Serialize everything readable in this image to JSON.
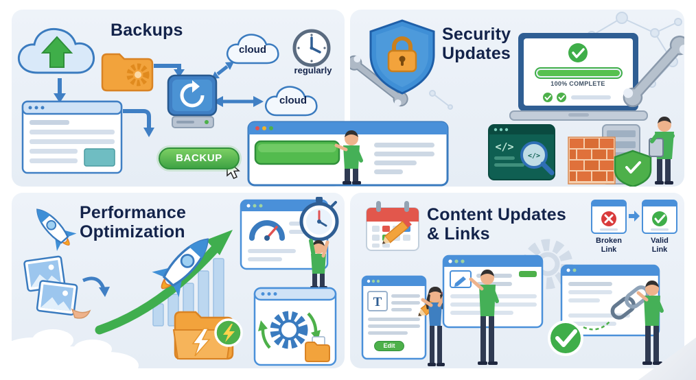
{
  "panels": {
    "backups": {
      "title": "Backups",
      "cloud_label_top": "cloud",
      "cloud_label_bottom": "cloud",
      "clock_caption": "regularly",
      "backup_button": "BACKUP"
    },
    "security": {
      "title": "Security\nUpdates",
      "progress_caption": "100% COMPLETE",
      "code_glyph": "</>"
    },
    "performance": {
      "title": "Performance\nOptimization"
    },
    "content": {
      "title": "Content Updates\n& Links",
      "broken_link_caption": "Broken\nLink",
      "valid_link_caption": "Valid\nLink",
      "edit_button": "Edit",
      "editor_letter": "T"
    }
  },
  "colors": {
    "panel_background": "#e9eef6",
    "title_text": "#13234a",
    "accent_blue": "#4a90d9",
    "accent_green": "#3fae49",
    "accent_orange": "#f2a33c",
    "accent_red": "#d93b3b"
  }
}
